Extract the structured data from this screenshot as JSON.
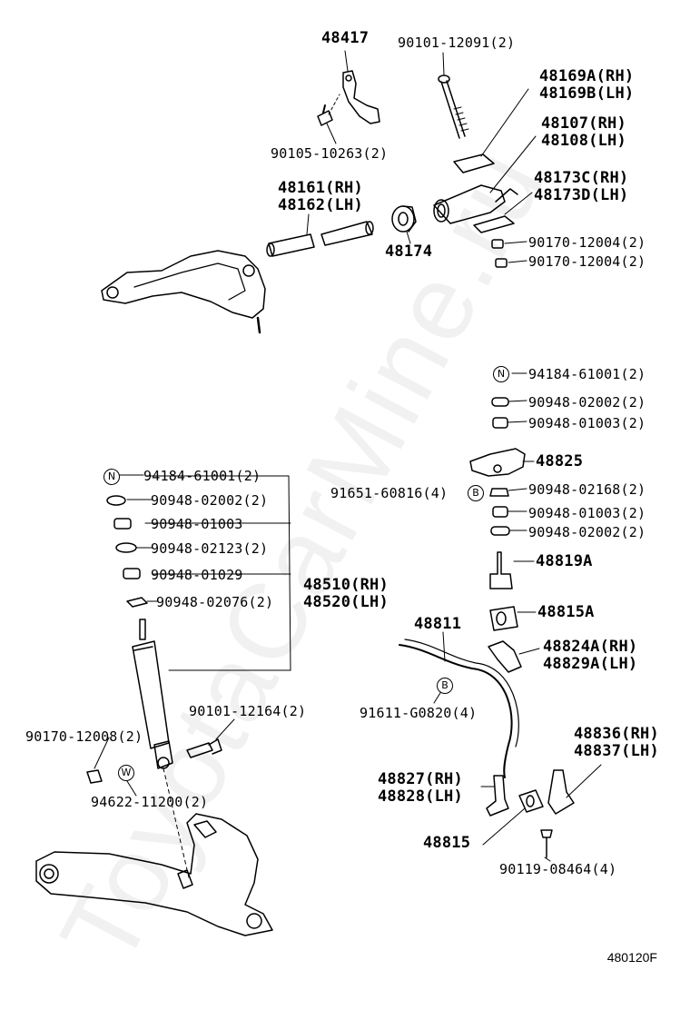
{
  "watermark": "ToyotaCarMine.ru",
  "figure_code": "480120F",
  "labels": {
    "p48417": "48417",
    "p90101_12091": "90101-12091(2)",
    "p48169": "48169A(RH)",
    "p48169b": "48169B(LH)",
    "p48107": "48107(RH)",
    "p48108": "48108(LH)",
    "p90105_10263": "90105-10263(2)",
    "p48161": "48161(RH)",
    "p48162": "48162(LH)",
    "p48173c": "48173C(RH)",
    "p48173d": "48173D(LH)",
    "p48174": "48174",
    "p90170_a": "90170-12004(2)",
    "p90170_b": "90170-12004(2)",
    "p94184_r": "94184-61001(2)",
    "p90948_02002_r": "90948-02002(2)",
    "p90948_01003_r": "90948-01003(2)",
    "p48825": "48825",
    "p91651": "91651-60816(4)",
    "p90948_02168": "90948-02168(2)",
    "p90948_01003_r2": "90948-01003(2)",
    "p90948_02002_r2": "90948-02002(2)",
    "p48819a": "48819A",
    "p48815a": "48815A",
    "p94184_l": "94184-61001(2)",
    "p90948_02002_l": "90948-02002(2)",
    "p90948_01003_l": "90948-01003",
    "p90948_02123": "90948-02123(2)",
    "p90948_01029": "90948-01029",
    "p90948_02076": "90948-02076(2)",
    "p48510": "48510(RH)",
    "p48520": "48520(LH)",
    "p48811": "48811",
    "p48824a": "48824A(RH)",
    "p48829a": "48829A(LH)",
    "p91611": "91611-G0820(4)",
    "p90101_12164": "90101-12164(2)",
    "p90170_12008": "90170-12008(2)",
    "p94622": "94622-11200(2)",
    "p48836": "48836(RH)",
    "p48837": "48837(LH)",
    "p48827": "48827(RH)",
    "p48828": "48828(LH)",
    "p48815": "48815",
    "p90119": "90119-08464(4)"
  },
  "markers": {
    "n": "N",
    "b": "B",
    "w": "W"
  }
}
